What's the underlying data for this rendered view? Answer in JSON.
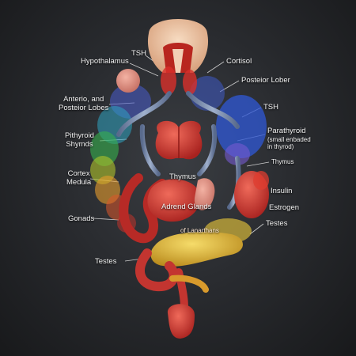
{
  "labels": {
    "tsh_top": "TSH",
    "hypothalamus": "Hypothalamus",
    "cortisol": "Cortisol",
    "posterior_lobe": "Posteior Lober",
    "anterior_posterior": "Anterio, and\nPosteior Lobes",
    "tsh_right": "TSH",
    "pithyroid": "Pithyroid\nShymds",
    "parathyroid": "Parathyroid",
    "parathyroid_note": "(small enbaded\nin thyrod)",
    "thymus_right": "Thymus",
    "cortex_medula": "Cortex\nMedula",
    "thymus_center": "Thymus",
    "insulin": "Insulin",
    "adrend_glands": "Adrend Glands",
    "estrogen": "Estrogen",
    "gonads": "Gonads",
    "lanarhans": "of Lanarthans",
    "testes_right": "Testes",
    "testes_left": "Testes"
  },
  "colors": {
    "background": "#1f2124",
    "brain": "#f0c9a8",
    "gland_red": "#d23a34",
    "vessel_blue": "#7e8fb0",
    "pancreas": "#e0b83a",
    "label_text": "#f2f2f2",
    "leader_line": "#e8e8e8"
  }
}
